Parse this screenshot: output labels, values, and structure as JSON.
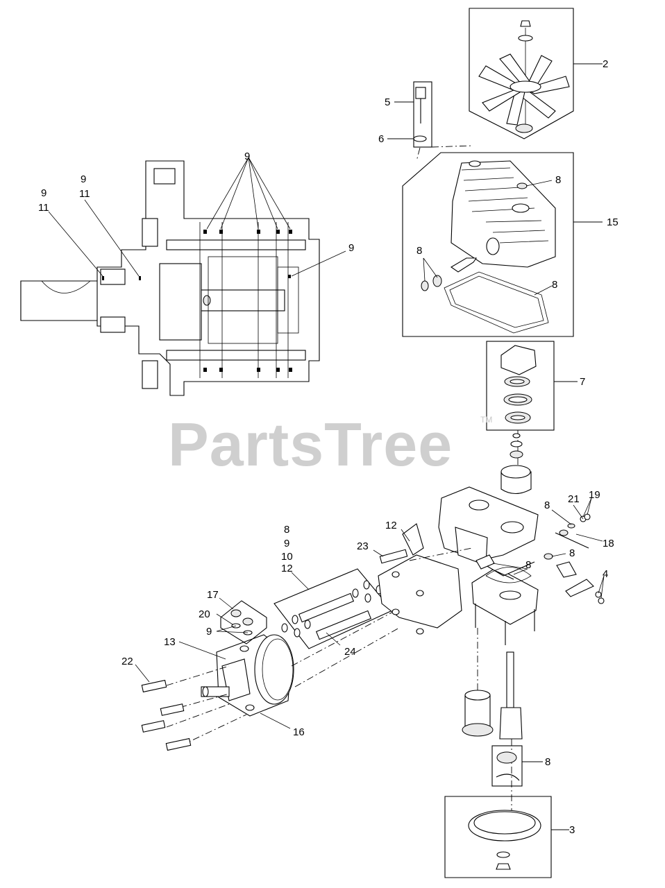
{
  "watermark": {
    "text": "PartsTree",
    "tm": "TM"
  },
  "callouts": {
    "c2": "2",
    "c3": "3",
    "c4": "4",
    "c5": "5",
    "c6": "6",
    "c7": "7",
    "c8_top": "8",
    "c8_b": "8",
    "c8_c": "8",
    "c8_d": "8",
    "c8_e": "8",
    "c8_f": "8",
    "c8_g": "8",
    "c9_a": "9",
    "c9_b": "9",
    "c9_c": "9",
    "c9_d": "9",
    "c9_e": "9",
    "c10": "10",
    "c11_a": "11",
    "c11_b": "11",
    "c12_a": "12",
    "c12_b": "12",
    "c13": "13",
    "c15": "15",
    "c16": "16",
    "c17": "17",
    "c18": "18",
    "c19": "19",
    "c20": "20",
    "c21": "21",
    "c22": "22",
    "c23": "23",
    "c24": "24"
  }
}
